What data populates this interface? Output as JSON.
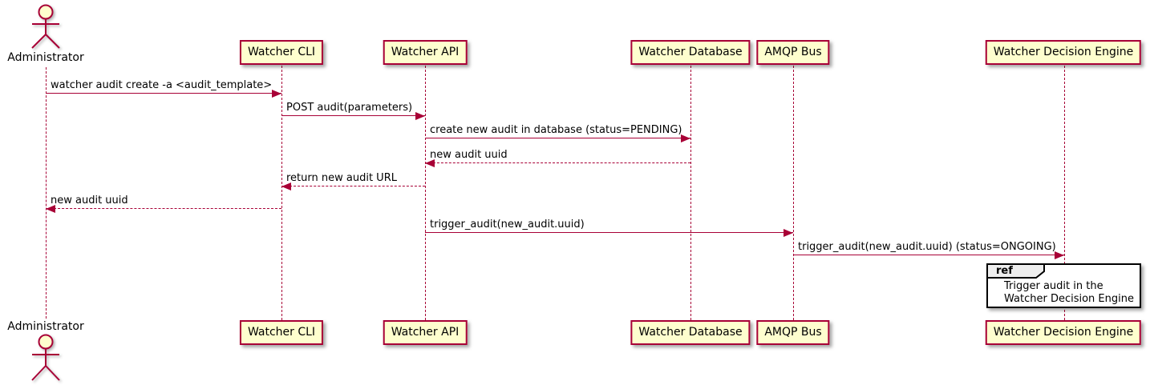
{
  "diagram_type": "plantuml-sequence",
  "colors": {
    "accent": "#A80036",
    "participant_fill": "#FEFECE",
    "participant_border": "#A80036",
    "ref_border": "#000000",
    "ref_tab_fill": "#EEEEEE",
    "text": "#000000",
    "background": "#FFFFFF"
  },
  "actors": [
    {
      "name": "Administrator"
    }
  ],
  "participants": [
    {
      "label": "Watcher CLI"
    },
    {
      "label": "Watcher API"
    },
    {
      "label": "Watcher Database"
    },
    {
      "label": "AMQP Bus"
    },
    {
      "label": "Watcher Decision Engine"
    }
  ],
  "messages": [
    {
      "from": "Administrator",
      "to": "Watcher CLI",
      "text": "watcher audit create -a <audit_template>",
      "line": "solid",
      "direction": "right"
    },
    {
      "from": "Watcher CLI",
      "to": "Watcher API",
      "text": "POST audit(parameters)",
      "line": "solid",
      "direction": "right"
    },
    {
      "from": "Watcher API",
      "to": "Watcher Database",
      "text": "create new audit in database (status=PENDING)",
      "line": "solid",
      "direction": "right"
    },
    {
      "from": "Watcher Database",
      "to": "Watcher API",
      "text": "new audit uuid",
      "line": "dashed",
      "direction": "left"
    },
    {
      "from": "Watcher API",
      "to": "Watcher CLI",
      "text": "return new audit URL",
      "line": "dashed",
      "direction": "left"
    },
    {
      "from": "Watcher CLI",
      "to": "Administrator",
      "text": "new audit uuid",
      "line": "dashed",
      "direction": "left"
    },
    {
      "from": "Watcher API",
      "to": "AMQP Bus",
      "text": "trigger_audit(new_audit.uuid)",
      "line": "solid",
      "direction": "right"
    },
    {
      "from": "AMQP Bus",
      "to": "Watcher Decision Engine",
      "text": "trigger_audit(new_audit.uuid) (status=ONGOING)",
      "line": "solid",
      "direction": "right"
    }
  ],
  "ref_fragment": {
    "tag": "ref",
    "over": "Watcher Decision Engine",
    "lines": [
      "Trigger audit in the",
      "Watcher Decision Engine"
    ]
  }
}
